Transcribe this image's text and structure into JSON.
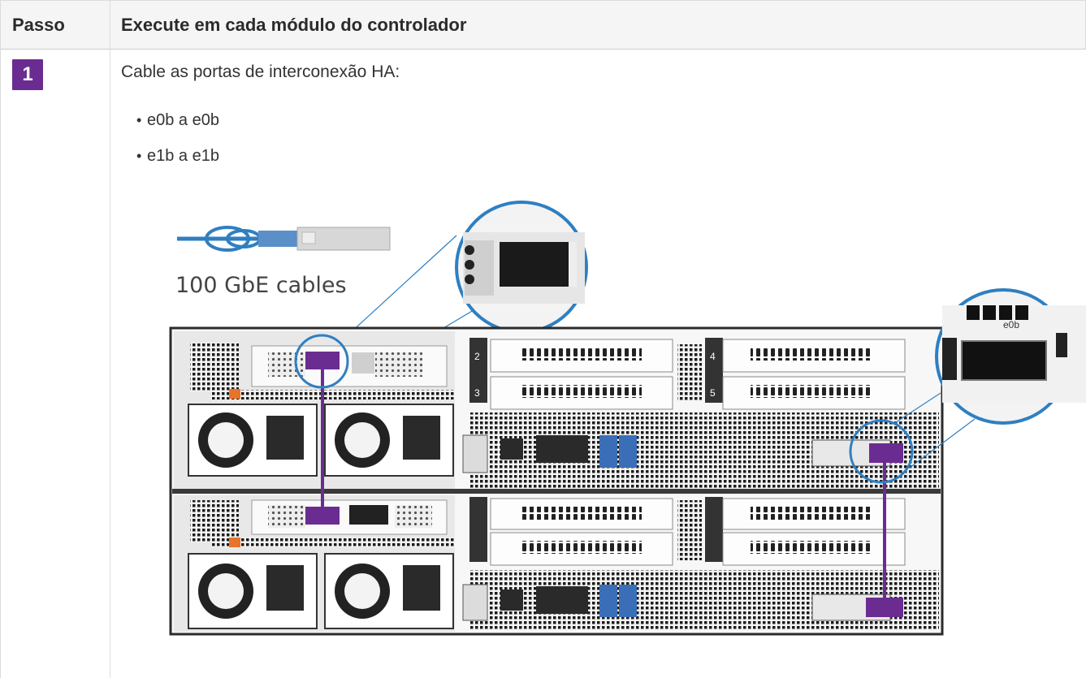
{
  "table": {
    "header": {
      "step": "Passo",
      "action": "Execute em cada módulo do controlador"
    },
    "rows": [
      {
        "step_number": "1",
        "intro": "Cable as portas de interconexão HA:",
        "ports": [
          "e0b a e0b",
          "e1b a e1b"
        ]
      }
    ]
  },
  "diagram": {
    "cable_label": "100 GbE cables",
    "zoom_port_label": "e0b",
    "slot_labels": [
      "2",
      "3",
      "4",
      "5"
    ],
    "colors": {
      "cable": "#6b2c91",
      "callout_circle": "#2f7fc1",
      "cable_icon": "#2f7fc1",
      "chassis": "#3a3a3a",
      "latch": "#e8742b"
    }
  },
  "colors": {
    "step_badge": "#6b2c91",
    "header_bg": "#f5f5f5",
    "grid": "#dcdcdc"
  }
}
